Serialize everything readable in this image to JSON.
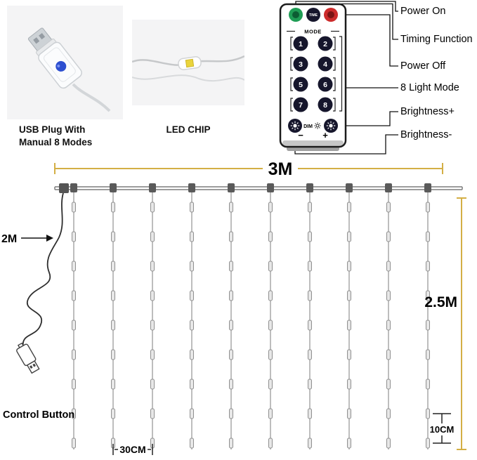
{
  "photos": {
    "usb_caption_line1": "USB Plug With",
    "usb_caption_line2": "Manual 8 Modes",
    "led_caption": "LED CHIP"
  },
  "remote": {
    "time_button": "TIME",
    "mode_label": "MODE",
    "dim_label": "DIM",
    "minus_label": "−",
    "plus_label": "+",
    "mode_buttons": [
      "1",
      "2",
      "3",
      "4",
      "5",
      "6",
      "7",
      "8"
    ]
  },
  "callouts": {
    "power_on": "Power On",
    "timing_function": "Timing Function",
    "power_off": "Power Off",
    "light_mode": "8 Light Mode",
    "brightness_up": "Brightness+",
    "brightness_down": "Brightness-"
  },
  "dimensions": {
    "width": "3M",
    "cable": "2M",
    "height": "2.5M",
    "led_spacing": "10CM",
    "strand_spacing": "30CM"
  },
  "labels": {
    "control_button": "Control Button"
  },
  "colors": {
    "dimension_line": "#d4af45",
    "power_on_button": "#1f9d55",
    "power_off_button": "#cc2b2b",
    "button_dark": "#16162c"
  }
}
